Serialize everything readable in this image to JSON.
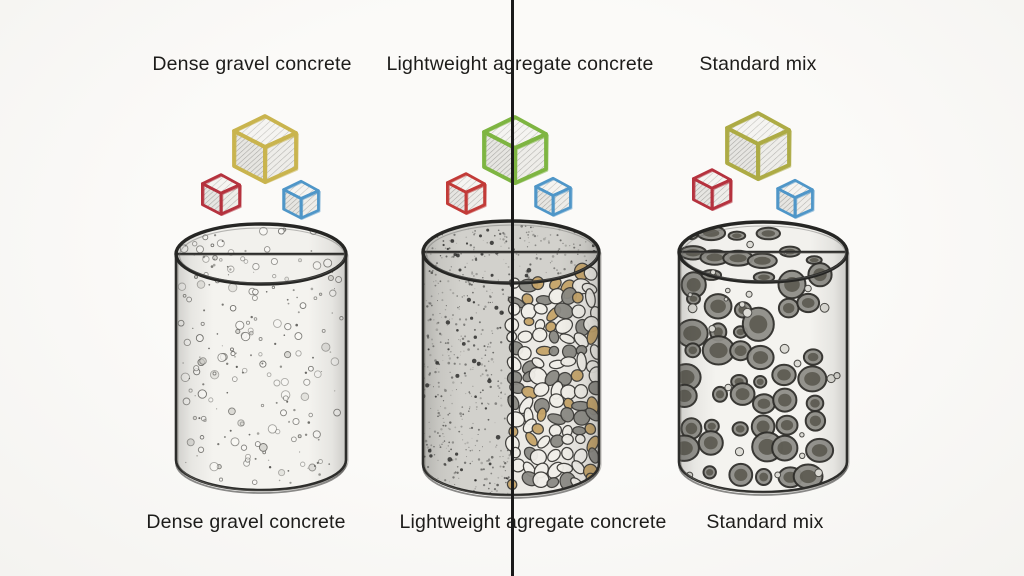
{
  "page": {
    "background_tint": "#f9f8f5",
    "divider_color": "#1a1a1a",
    "text_color": "#1d1c1a"
  },
  "panels": [
    {
      "id": "dense-gravel",
      "top_label": "Dense gravel concrete",
      "bottom_label": "Dense gravel concrete",
      "texture": "fine-speckle",
      "big_cube_color": "#c9b44e",
      "red_cube_color": "#b5323e",
      "blue_cube_color": "#4f96c8"
    },
    {
      "id": "lightweight-aggregate",
      "top_label": "Lightweight agregate concrete",
      "bottom_label": "Lightweight agregate concrete",
      "texture": "split-stipple-pebble",
      "big_cube_color": "#7eb542",
      "red_cube_color": "#c23b38",
      "blue_cube_color": "#4f96c8",
      "pebble_accent": "#c6a468"
    },
    {
      "id": "standard-mix",
      "top_label": "Standard mix",
      "bottom_label": "Standard mix",
      "texture": "large-pores",
      "big_cube_color": "#adab45",
      "red_cube_color": "#b5323e",
      "blue_cube_color": "#4f96c8"
    }
  ]
}
